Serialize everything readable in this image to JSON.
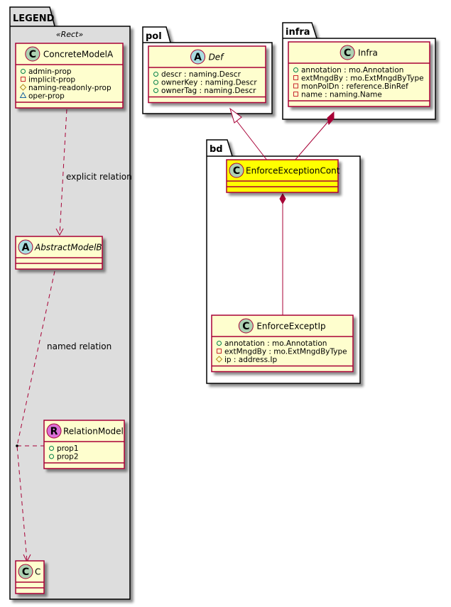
{
  "diagram": {
    "packages": [
      {
        "id": "legend",
        "label": "LEGEND",
        "stereotype": "«Rect»",
        "fill": "#DDDDDD"
      },
      {
        "id": "pol",
        "label": "pol",
        "fill": "#FFFFFF"
      },
      {
        "id": "infra",
        "label": "infra",
        "fill": "#FFFFFF"
      },
      {
        "id": "bd",
        "label": "bd",
        "fill": "#FFFFFF"
      }
    ],
    "classes": [
      {
        "id": "ConcreteModelA",
        "name": "ConcreteModelA",
        "kind": "C",
        "package": "legend",
        "italic": false,
        "fill": "#FEFECE",
        "attributes": [
          {
            "vis": "public",
            "text": "admin-prop"
          },
          {
            "vis": "private",
            "text": "implicit-prop"
          },
          {
            "vis": "protected",
            "text": "naming-readonly-prop"
          },
          {
            "vis": "package",
            "text": "oper-prop"
          }
        ]
      },
      {
        "id": "AbstractModelB",
        "name": "AbstractModelB",
        "kind": "A",
        "package": "legend",
        "italic": true,
        "fill": "#FEFECE",
        "attributes": []
      },
      {
        "id": "RelationModel",
        "name": "RelationModel",
        "kind": "R",
        "package": "legend",
        "italic": false,
        "fill": "#FEFECE",
        "attributes": [
          {
            "vis": "public",
            "text": "prop1"
          },
          {
            "vis": "public",
            "text": "prop2"
          }
        ]
      },
      {
        "id": "C",
        "name": "C",
        "kind": "C",
        "package": "legend",
        "italic": false,
        "fill": "#FEFECE",
        "attributes": []
      },
      {
        "id": "Def",
        "name": "Def",
        "kind": "A",
        "package": "pol",
        "italic": true,
        "fill": "#FEFECE",
        "attributes": [
          {
            "vis": "public",
            "text": "descr : naming.Descr"
          },
          {
            "vis": "public",
            "text": "ownerKey : naming.Descr"
          },
          {
            "vis": "public",
            "text": "ownerTag : naming.Descr"
          }
        ]
      },
      {
        "id": "Infra",
        "name": "Infra",
        "kind": "C",
        "package": "infra",
        "italic": false,
        "fill": "#FEFECE",
        "attributes": [
          {
            "vis": "public",
            "text": "annotation : mo.Annotation"
          },
          {
            "vis": "private",
            "text": "extMngdBy : mo.ExtMngdByType"
          },
          {
            "vis": "private",
            "text": "monPolDn : reference.BinRef"
          },
          {
            "vis": "private",
            "text": "name : naming.Name"
          }
        ]
      },
      {
        "id": "EnforceExceptionCont",
        "name": "EnforceExceptionCont",
        "kind": "C",
        "package": "bd",
        "italic": false,
        "fill": "#FFFF00",
        "attributes": []
      },
      {
        "id": "EnforceExceptIp",
        "name": "EnforceExceptIp",
        "kind": "C",
        "package": "bd",
        "italic": false,
        "fill": "#FEFECE",
        "attributes": [
          {
            "vis": "public",
            "text": "annotation : mo.Annotation"
          },
          {
            "vis": "private",
            "text": "extMngdBy : mo.ExtMngdByType"
          },
          {
            "vis": "protected",
            "text": "ip : address.Ip"
          }
        ]
      }
    ],
    "relations": [
      {
        "from": "ConcreteModelA",
        "to": "AbstractModelB",
        "type": "dependency",
        "label": "explicit relation"
      },
      {
        "from": "AbstractModelB",
        "to": "C",
        "type": "dependency",
        "label": "named relation",
        "association_class": "RelationModel"
      },
      {
        "from": "EnforceExceptionCont",
        "to": "Def",
        "type": "generalization",
        "label": ""
      },
      {
        "from": "Infra",
        "to": "EnforceExceptionCont",
        "type": "composition",
        "label": ""
      },
      {
        "from": "EnforceExceptionCont",
        "to": "EnforceExceptIp",
        "type": "composition",
        "label": ""
      }
    ],
    "colors": {
      "border": "#A80036",
      "class_fill": "#FEFECE",
      "highlight_fill": "#FFFF00",
      "legend_fill": "#DDDDDD",
      "icon_C": "#ADD1B2",
      "icon_A": "#A9DCDF",
      "icon_R": "#DA70D6",
      "vis_public": "#038048",
      "vis_private": "#C82930",
      "vis_protected": "#B38D22",
      "vis_package": "#1963A0"
    }
  }
}
